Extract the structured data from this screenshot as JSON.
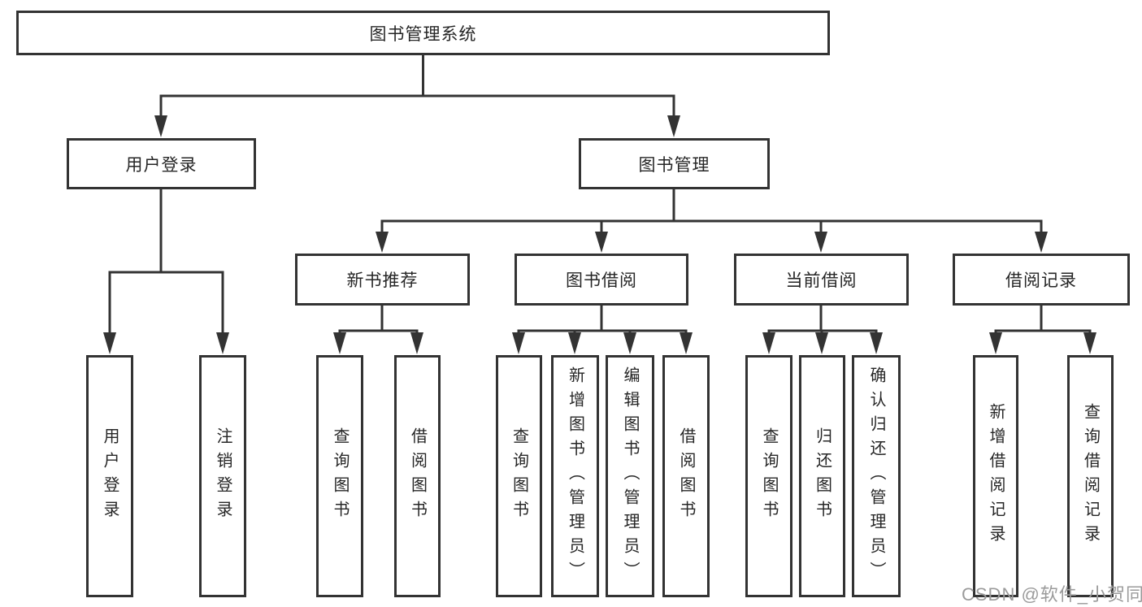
{
  "diagram": {
    "root_label": "图书管理系统",
    "branches": [
      {
        "label": "用户登录",
        "children": [
          {
            "label": "用户登录"
          },
          {
            "label": "注销登录"
          }
        ]
      },
      {
        "label": "图书管理",
        "children": [
          {
            "label": "新书推荐",
            "children": [
              {
                "label": "查询图书"
              },
              {
                "label": "借阅图书"
              }
            ]
          },
          {
            "label": "图书借阅",
            "children": [
              {
                "label": "查询图书"
              },
              {
                "label": "新增图书（管理员）"
              },
              {
                "label": "编辑图书（管理员）"
              },
              {
                "label": "借阅图书"
              }
            ]
          },
          {
            "label": "当前借阅",
            "children": [
              {
                "label": "查询图书"
              },
              {
                "label": "归还图书"
              },
              {
                "label": "确认归还（管理员）"
              }
            ]
          },
          {
            "label": "借阅记录",
            "children": [
              {
                "label": "新增借阅记录"
              },
              {
                "label": "查询借阅记录"
              }
            ]
          }
        ]
      }
    ]
  },
  "watermark": {
    "text": "CSDN @软件_小贺同学"
  },
  "colors": {
    "line": "#333333",
    "box_border": "#333333",
    "box_fill": "#ffffff",
    "text": "#262626",
    "watermark": "#9b9b9b"
  }
}
